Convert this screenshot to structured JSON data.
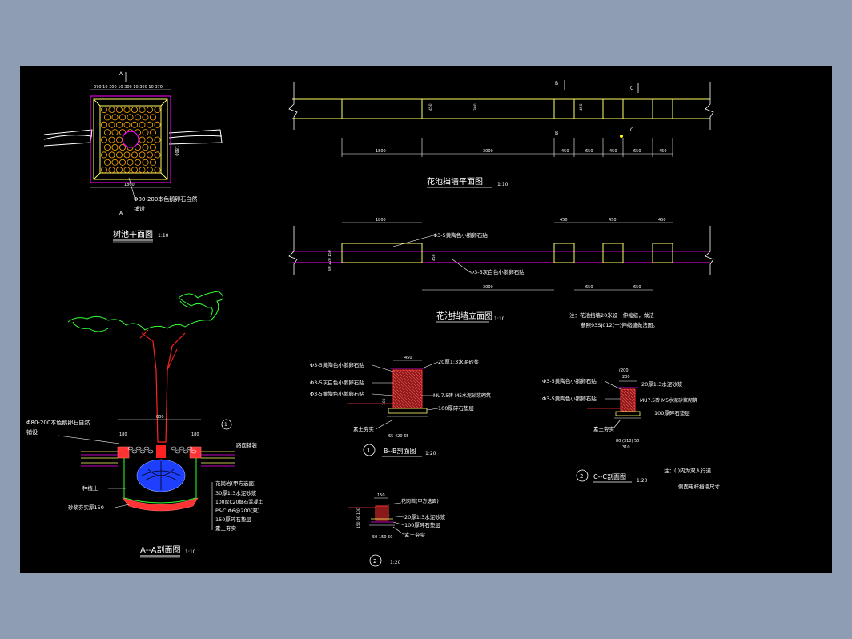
{
  "colors": {
    "background": "#8f9db3",
    "sheet": "#000000",
    "wall": "#ffff66",
    "pebble": "#ff00ff",
    "dim": "#ffffff",
    "tree_trunk": "#ff2222",
    "foliage": "#33ff33",
    "root_ball": "#1f3fff",
    "concrete": "#ff3333"
  },
  "tree_pit_plan": {
    "title": "树池平面图",
    "scale": "1:10",
    "section_mark": "A",
    "top_dims": "370 10 300 10 300 10 300 10 370",
    "dim_1800": "1800",
    "dim_right": "1800",
    "note": "Φ80-200本色鹅卵石自然",
    "note2": "铺设"
  },
  "wall_plan": {
    "title": "花池挡墙平面图",
    "scale": "1:10",
    "marker_b": "B",
    "marker_c": "C",
    "dims": [
      "1800",
      "3000",
      "450",
      "650",
      "450",
      "650",
      "450"
    ],
    "heights": [
      "450",
      "300",
      "450"
    ]
  },
  "wall_elevation": {
    "title": "花池挡墙立面图",
    "scale": "1:10",
    "dim_top_left": "1800",
    "dims_top": [
      "450",
      "450",
      "450"
    ],
    "dim_3000": "3000",
    "dims_bottom": [
      "650",
      "650"
    ],
    "label_1": "Φ3-5黄陶色小鹅卵石贴",
    "label_2": "Φ3-5灰白色小鹅卵石贴",
    "left_dims": "80 220 150",
    "right_dim": "450"
  },
  "note_block": {
    "line1": "注：花池挡墙20米设一伸缩缝，做法",
    "line2": "参照93SJ012(一)伸缩缝做法图。"
  },
  "section_aa": {
    "title": "A--A剖面图",
    "scale": "1:10",
    "note": "Φ80-200本色鹅卵石自然",
    "note2": "铺设",
    "dim_800": "800",
    "dim_180a": "180",
    "dim_180b": "180",
    "label_right_top": "路面铺装",
    "labels": [
      "花岗岩(甲方选面)",
      "30厚1:3水泥砂浆",
      "100厚C20细石混凝土",
      "P&C  Φ6@200(双)",
      "150厚碎石垫层",
      "素土夯实"
    ],
    "label_soil": "种植土",
    "label_bottom": "砂浆夯实厚150",
    "marker": "1"
  },
  "section_bb": {
    "title": "B--B剖面图",
    "scale": "1:20",
    "marker": "1",
    "dim_top": "450",
    "labels_left": [
      "Φ3-5黄陶色小鹅卵石贴",
      "Φ3-5灰白色小鹅卵石贴",
      "Φ3-5黄陶色小鹅卵石贴"
    ],
    "labels_right": [
      "20厚1:3水泥砂浆",
      "MU7.5砖  M5水泥砂浆砌筑",
      "100厚碎石垫层"
    ],
    "label_bottom": "素土夯实",
    "dims_bottom": "65 420 65",
    "dim_left": "100"
  },
  "section_cc": {
    "title": "C--C剖面图",
    "scale": "1:20",
    "marker": "2",
    "dims_top": [
      "(200)",
      "200"
    ],
    "labels_left": [
      "Φ3-5黄陶色小鹅卵石贴",
      "Φ3-5黄陶色小鹅卵石贴"
    ],
    "labels_right": [
      "20厚1:3水泥砂浆",
      "MU7.5砖  M5水泥砂浆砌筑",
      "100厚碎石垫层"
    ],
    "label_bottom": "素土夯实",
    "dims_bottom": "80 (310) 50",
    "dim_310": "310",
    "note1": "注：( )内为双人行道",
    "note2": "侧面电杆挡墙尺寸"
  },
  "section_2": {
    "marker": "2",
    "scale": "1:20",
    "dim_top": "150",
    "labels": [
      "花岗岩(甲方选面)",
      "20厚1:3水泥砂浆",
      "100厚碎石垫层",
      "素土夯实"
    ],
    "dims_bottom": "50 150 50",
    "dims_left": "150 30 100"
  }
}
